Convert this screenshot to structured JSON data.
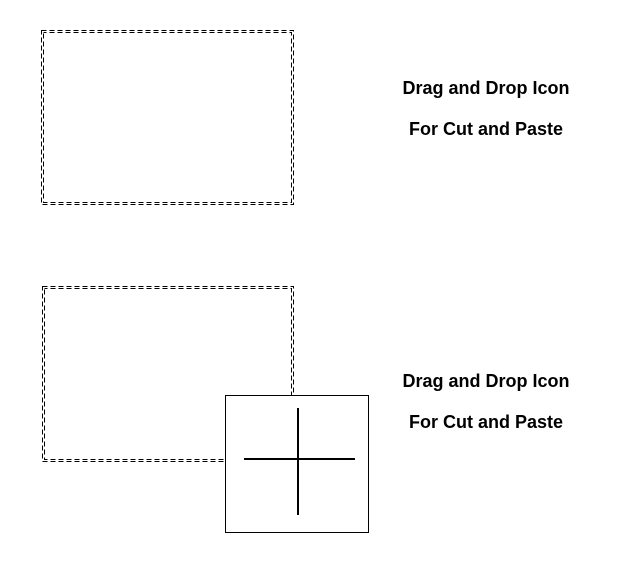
{
  "colors": {
    "background": "#ffffff",
    "outline": "#000000",
    "text": "#000000",
    "icon_background": "#ffffff",
    "icon_border": "#000000",
    "cross": "#000000"
  },
  "captions": {
    "before": {
      "line1": "Drag and Drop Icon",
      "line2": "For Cut and Paste"
    },
    "after": {
      "line1": "Drag and Drop Icon",
      "line2": "For Cut and Paste"
    }
  },
  "icons": {
    "drag_icon": "crosshair-icon"
  }
}
